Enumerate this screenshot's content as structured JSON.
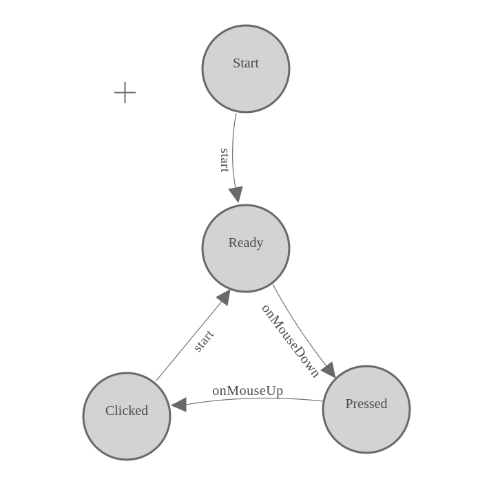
{
  "canvas": {
    "background": "#ffffff",
    "cursor_icon": "crosshair-plus"
  },
  "diagram": {
    "type": "state-machine",
    "nodes": [
      {
        "id": "start",
        "label": "Start"
      },
      {
        "id": "ready",
        "label": "Ready"
      },
      {
        "id": "clicked",
        "label": "Clicked"
      },
      {
        "id": "pressed",
        "label": "Pressed"
      }
    ],
    "edges": [
      {
        "from": "start",
        "to": "ready",
        "label": "start"
      },
      {
        "from": "ready",
        "to": "pressed",
        "label": "onMouseDown"
      },
      {
        "from": "pressed",
        "to": "clicked",
        "label": "onMouseUp"
      },
      {
        "from": "clicked",
        "to": "ready",
        "label": "start"
      }
    ],
    "colors": {
      "node_fill": "#d3d3d3",
      "node_stroke": "#696969",
      "edge_stroke": "#7a7a7a",
      "arrow_fill": "#696969",
      "label_text": "#4c4c4c"
    }
  }
}
